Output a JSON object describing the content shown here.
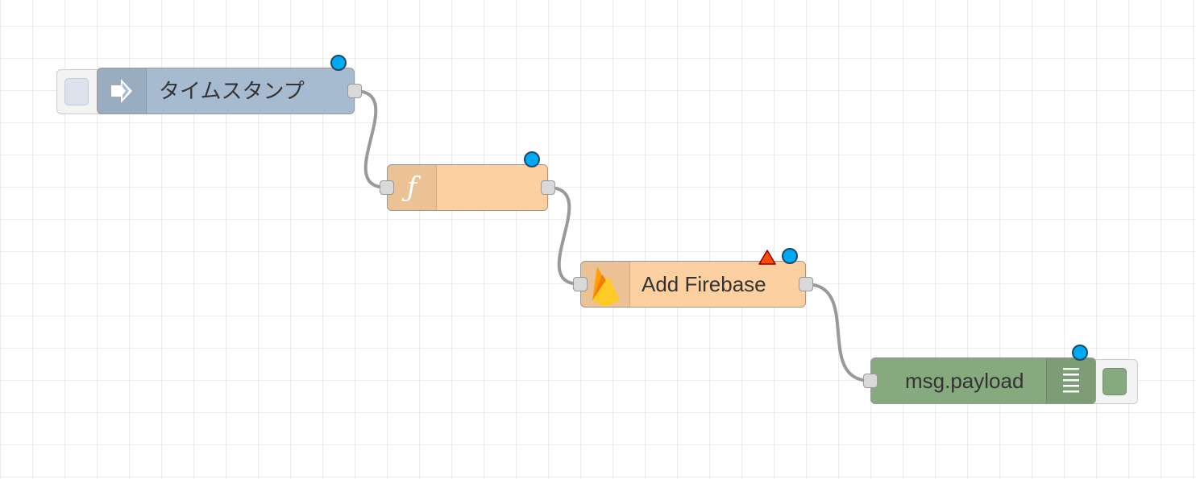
{
  "flow": {
    "inject_node": {
      "label": "タイムスタンプ",
      "color": "#a6bbcf",
      "icon": "arrow-in-icon"
    },
    "function_node": {
      "label": "",
      "color": "#fdd0a2",
      "icon": "function-icon",
      "icon_glyph": "ƒ"
    },
    "firebase_node": {
      "label": "Add Firebase",
      "color": "#fdd0a2",
      "icon": "firebase-icon",
      "warning": "warning-triangle-icon"
    },
    "debug_node": {
      "label": "msg.payload",
      "color": "#87a980",
      "icon": "debug-list-icon"
    }
  },
  "colors": {
    "wire": "#999999",
    "status_changed": "#00a9f4",
    "grid": "#ebebeb",
    "warning_fill": "#ff4d00"
  }
}
